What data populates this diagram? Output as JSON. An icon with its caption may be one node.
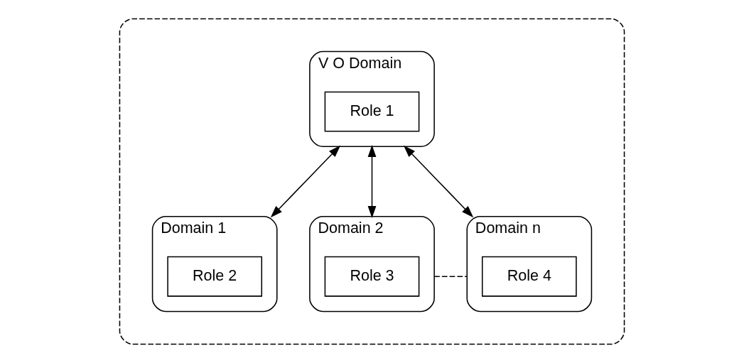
{
  "diagram": {
    "nodes": [
      {
        "text": [],
        "shape": "ellipse"
      },
      {
        "text": [
          "V O Domain"
        ],
        "in": 0
      },
      {
        "text": [
          "Role 1"
        ],
        "in": 1
      },
      {
        "text": [
          "Domain 1"
        ],
        "in": 0
      },
      {
        "text": [
          "Role 2"
        ],
        "in": 3
      },
      {
        "text": [
          "Domain 2"
        ],
        "in": 0
      },
      {
        "text": [
          "Role 3"
        ],
        "in": 5
      },
      {
        "text": [
          "Domain n"
        ],
        "in": 0
      },
      {
        "text": [
          "Role 4"
        ],
        "in": 7
      }
    ],
    "edges": [
      {
        "from": 1,
        "to": 3,
        "arrow": "both"
      },
      {
        "from": 1,
        "to": 5,
        "arrow": "both"
      },
      {
        "from": 1,
        "to": 7,
        "arrow": "both"
      },
      {
        "from": 5,
        "to": 7,
        "arrow": "none",
        "style": "dashed"
      }
    ]
  }
}
